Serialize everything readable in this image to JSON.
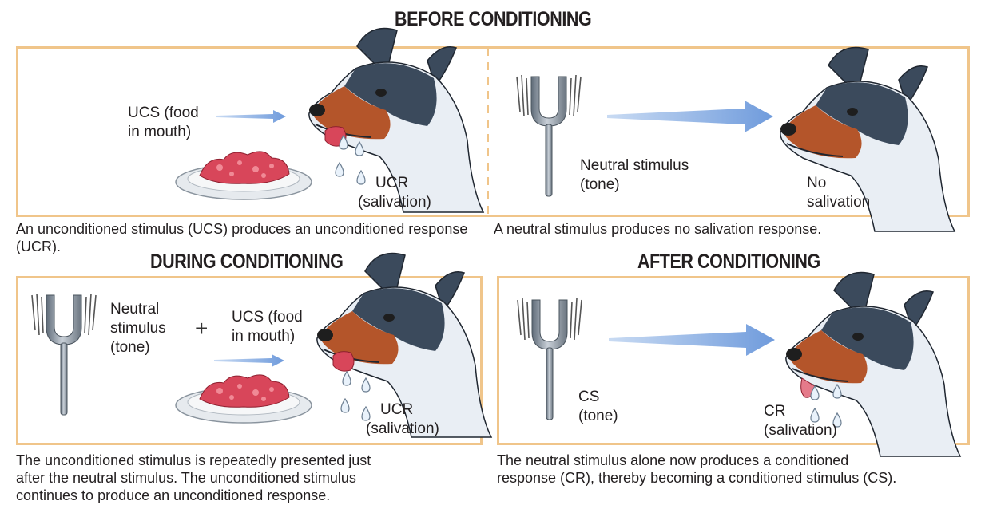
{
  "headings": {
    "before": "BEFORE CONDITIONING",
    "during": "DURING CONDITIONING",
    "after": "AFTER CONDITIONING"
  },
  "panel1": {
    "ucs_line1": "UCS (food",
    "ucs_line2": "in mouth)",
    "ucr_line1": "UCR",
    "ucr_line2": "(salivation)"
  },
  "panel2": {
    "neutral_line1": "Neutral stimulus",
    "neutral_line2": "(tone)",
    "result_line1": "No",
    "result_line2": "salivation"
  },
  "panel3": {
    "neutral_line1": "Neutral",
    "neutral_line2": "stimulus",
    "neutral_line3": "(tone)",
    "plus": "+",
    "ucs_line1": "UCS (food",
    "ucs_line2": "in mouth)",
    "ucr_line1": "UCR",
    "ucr_line2": "(salivation)"
  },
  "panel4": {
    "cs_line1": "CS",
    "cs_line2": "(tone)",
    "cr_line1": "CR",
    "cr_line2": "(salivation)"
  },
  "captions": {
    "before_left": "An unconditioned stimulus (UCS) produces an unconditioned response (UCR).",
    "before_right": "A neutral stimulus produces no salivation response.",
    "during_line1": "The unconditioned stimulus is repeatedly presented just",
    "during_line2": "after the neutral stimulus. The unconditioned stimulus",
    "during_line3": "continues to produce an unconditioned response.",
    "after_line1": "The neutral stimulus alone now produces a conditioned",
    "after_line2": "response (CR), thereby becoming a conditioned stimulus (CS)."
  },
  "colors": {
    "panel_border": "#f0c58a",
    "arrow": "#7ea6dd",
    "meat": "#d8465a",
    "dog_dark": "#3b4a5c",
    "dog_tan": "#b4552a",
    "fork": "#8c96a1"
  }
}
